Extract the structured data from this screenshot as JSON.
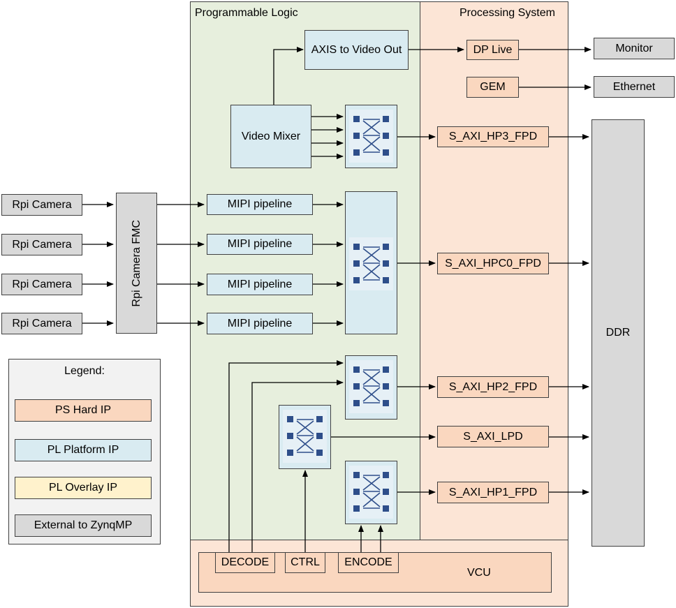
{
  "regions": {
    "programmable_logic": "Programmable Logic",
    "processing_system": "Processing System"
  },
  "blocks": {
    "axis_to_video_out": "AXIS to Video Out",
    "dp_live": "DP Live",
    "gem": "GEM",
    "monitor": "Monitor",
    "ethernet": "Ethernet",
    "video_mixer": "Video Mixer",
    "s_axi_hp3_fpd": "S_AXI_HP3_FPD",
    "s_axi_hpc0_fpd": "S_AXI_HPC0_FPD",
    "s_axi_hp2_fpd": "S_AXI_HP2_FPD",
    "s_axi_lpd": "S_AXI_LPD",
    "s_axi_hp1_fpd": "S_AXI_HP1_FPD",
    "ddr": "DDR",
    "rpi_camera_fmc": "Rpi Camera FMC",
    "rpi_cameras": [
      "Rpi Camera",
      "Rpi Camera",
      "Rpi Camera",
      "Rpi Camera"
    ],
    "mipi_pipelines": [
      "MIPI pipeline",
      "MIPI pipeline",
      "MIPI pipeline",
      "MIPI pipeline"
    ],
    "decode": "DECODE",
    "ctrl": "CTRL",
    "encode": "ENCODE",
    "vcu": "VCU"
  },
  "legend": {
    "title": "Legend:",
    "ps_hard_ip": "PS Hard IP",
    "pl_platform_ip": "PL Platform IP",
    "pl_overlay_ip": "PL Overlay IP",
    "external": "External to ZynqMP"
  },
  "colors": {
    "ps_hard_ip": "#fad7bf",
    "pl_platform_ip": "#d9ebf1",
    "pl_overlay_ip": "#fff2cc",
    "external": "#d9d9d9",
    "pl_region": "#e7efdd",
    "ps_region": "#fce5d6",
    "legend_bg": "#f2f2f2",
    "interconnect_icon": "#2e4e8a"
  },
  "icons": {
    "interconnect": "axi-interconnect-crossbar-icon"
  }
}
